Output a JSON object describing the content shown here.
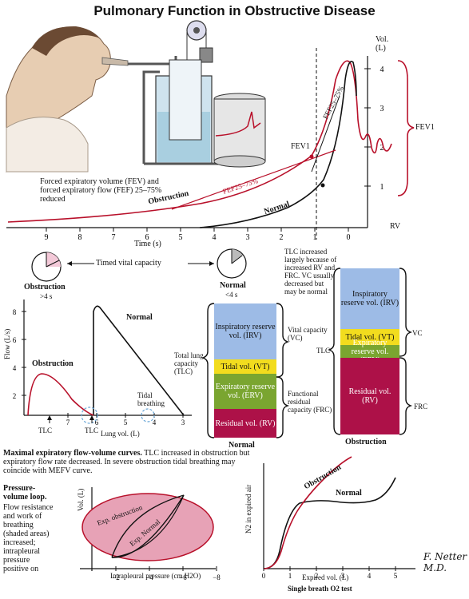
{
  "title": "Pulmonary Function in Obstructive Disease",
  "fev_panel": {
    "vol_axis_label": "Vol.\n(L)",
    "vol_ticks": [
      "4",
      "3",
      "2",
      "1",
      "RV"
    ],
    "time_ticks": [
      "9",
      "8",
      "7",
      "6",
      "5",
      "4",
      "3",
      "2",
      "1",
      "0"
    ],
    "time_label": "Time (s)",
    "fev1_label": "FEV1",
    "fev1_right_label": "FEV1",
    "fef_label": "FEF25–75%",
    "fef_label2": "FEF25–75%",
    "note": "Forced expiratory volume (FEV) and forced expiratory flow (FEF) 25–75% reduced",
    "obstruction": "Obstruction",
    "normal": "Normal"
  },
  "timed": {
    "label": "Timed vital capacity",
    "obstruction": "Obstruction",
    "obstruction_time": ">4 s",
    "normal": "Normal",
    "normal_time": "<4 s"
  },
  "tlc_note": "TLC increased largely because of increased RV and FRC. VC usually decreased but may be normal",
  "flow_panel": {
    "y_label": "Flow (L/s)",
    "y_ticks": [
      "8",
      "6",
      "4",
      "2"
    ],
    "x_ticks": [
      "7",
      "6",
      "5",
      "4",
      "3"
    ],
    "x_label": "Lung vol. (L)",
    "normal": "Normal",
    "obstruction": "Obstruction",
    "tlc1": "TLC",
    "tlc2": "TLC",
    "tidal": "Tidal breathing",
    "total_lung": "Total lung capacity (TLC)"
  },
  "normal_bar": {
    "label": "Normal",
    "irv": "Inspiratory reserve vol. (IRV)",
    "vt": "Tidal vol. (VT)",
    "erv": "Expiratory reserve vol. (ERV)",
    "rv": "Residual vol. (RV)",
    "vc": "Vital capacity (VC)",
    "frc": "Functional residual capacity (FRC)"
  },
  "obs_bar": {
    "label": "Obstruction",
    "irv": "Inspiratory reserve vol. (IRV)",
    "vt": "Tidal vol. (VT)",
    "erv": "Expiratory reserve vol. (ERV)",
    "rv": "Residual vol. (RV)",
    "vc": "VC",
    "tlc": "TLC",
    "frc": "FRC"
  },
  "maxflow_text_bold": "Maximal expiratory flow-volume curves.",
  "maxflow_text": " TLC increased in obstruction but expiratory flow rate decreased. In severe obstruction tidal breathing may coincide with MEFV curve.",
  "pv": {
    "title": "Pressure-volume loop.",
    "desc": "Flow resistance and work of breathing (shaded areas) increased; intrapleural pressure positive on",
    "y_label": "Vol. (L)",
    "x_ticks": [
      "−2",
      "−4",
      "−6",
      "−8"
    ],
    "x_label": "Intrapleural pressure (cm H2O)",
    "exp_obs": "Exp. obstruction",
    "exp_normal": "Exp. Normal"
  },
  "o2": {
    "y_label": "N2 in expired air",
    "x_ticks": [
      "0",
      "1",
      "2",
      "3",
      "4",
      "5"
    ],
    "x_label": "Expired vol. (L)",
    "title": "Single breath O2 test",
    "obstruction": "Obstruction",
    "normal": "Normal"
  },
  "signature": "F. Netter M.D.",
  "colors": {
    "red": "#b8102a",
    "irv": "#9dbbe6",
    "vt": "#f2dc1e",
    "erv": "#7aa530",
    "rv": "#ad1148",
    "pink": "#e7a2b6"
  }
}
